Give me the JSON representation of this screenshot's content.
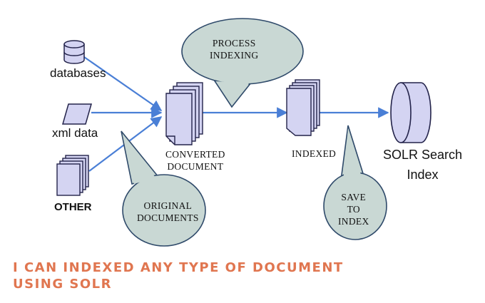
{
  "sources": {
    "databases": "databases",
    "xml": "xml data",
    "other": "OTHER"
  },
  "stages": {
    "converted": [
      "CONVERTED",
      "DOCUMENT"
    ],
    "indexed": "INDEXED",
    "solr": [
      "SOLR Search",
      "Index"
    ]
  },
  "bubbles": {
    "process": [
      "PROCESS",
      "INDEXING"
    ],
    "original": [
      "ORIGINAL",
      "DOCUMENTS"
    ],
    "save": [
      "SAVE",
      "TO",
      "INDEX"
    ]
  },
  "caption": [
    "I can indexed any type of document",
    "using Solr"
  ],
  "colors": {
    "arrow": "#4a7fd6",
    "bubble_fill": "#c9d8d4",
    "bubble_stroke": "#2f4a6a",
    "doc_fill": "#d4d4f2",
    "doc_stroke": "#23234a",
    "caption": "#e07650"
  }
}
